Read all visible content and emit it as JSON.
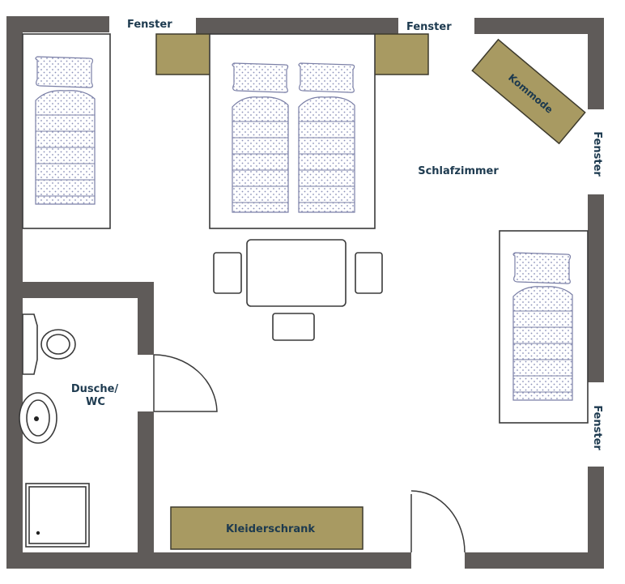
{
  "labels": {
    "window_top_left": "Fenster",
    "window_top_right": "Fenster",
    "window_right_upper": "Fenster",
    "window_right_lower": "Fenster",
    "bedroom": "Schlafzimmer",
    "dresser": "Kommode",
    "wardrobe": "Kleiderschrank",
    "bathroom_line1": "Dusche/",
    "bathroom_line2": "WC"
  },
  "colors": {
    "wall": "#5f5b59",
    "furniture": "#a89a62",
    "label_text": "#1d3a4f",
    "bedding_dots": "#8a8fb8"
  }
}
